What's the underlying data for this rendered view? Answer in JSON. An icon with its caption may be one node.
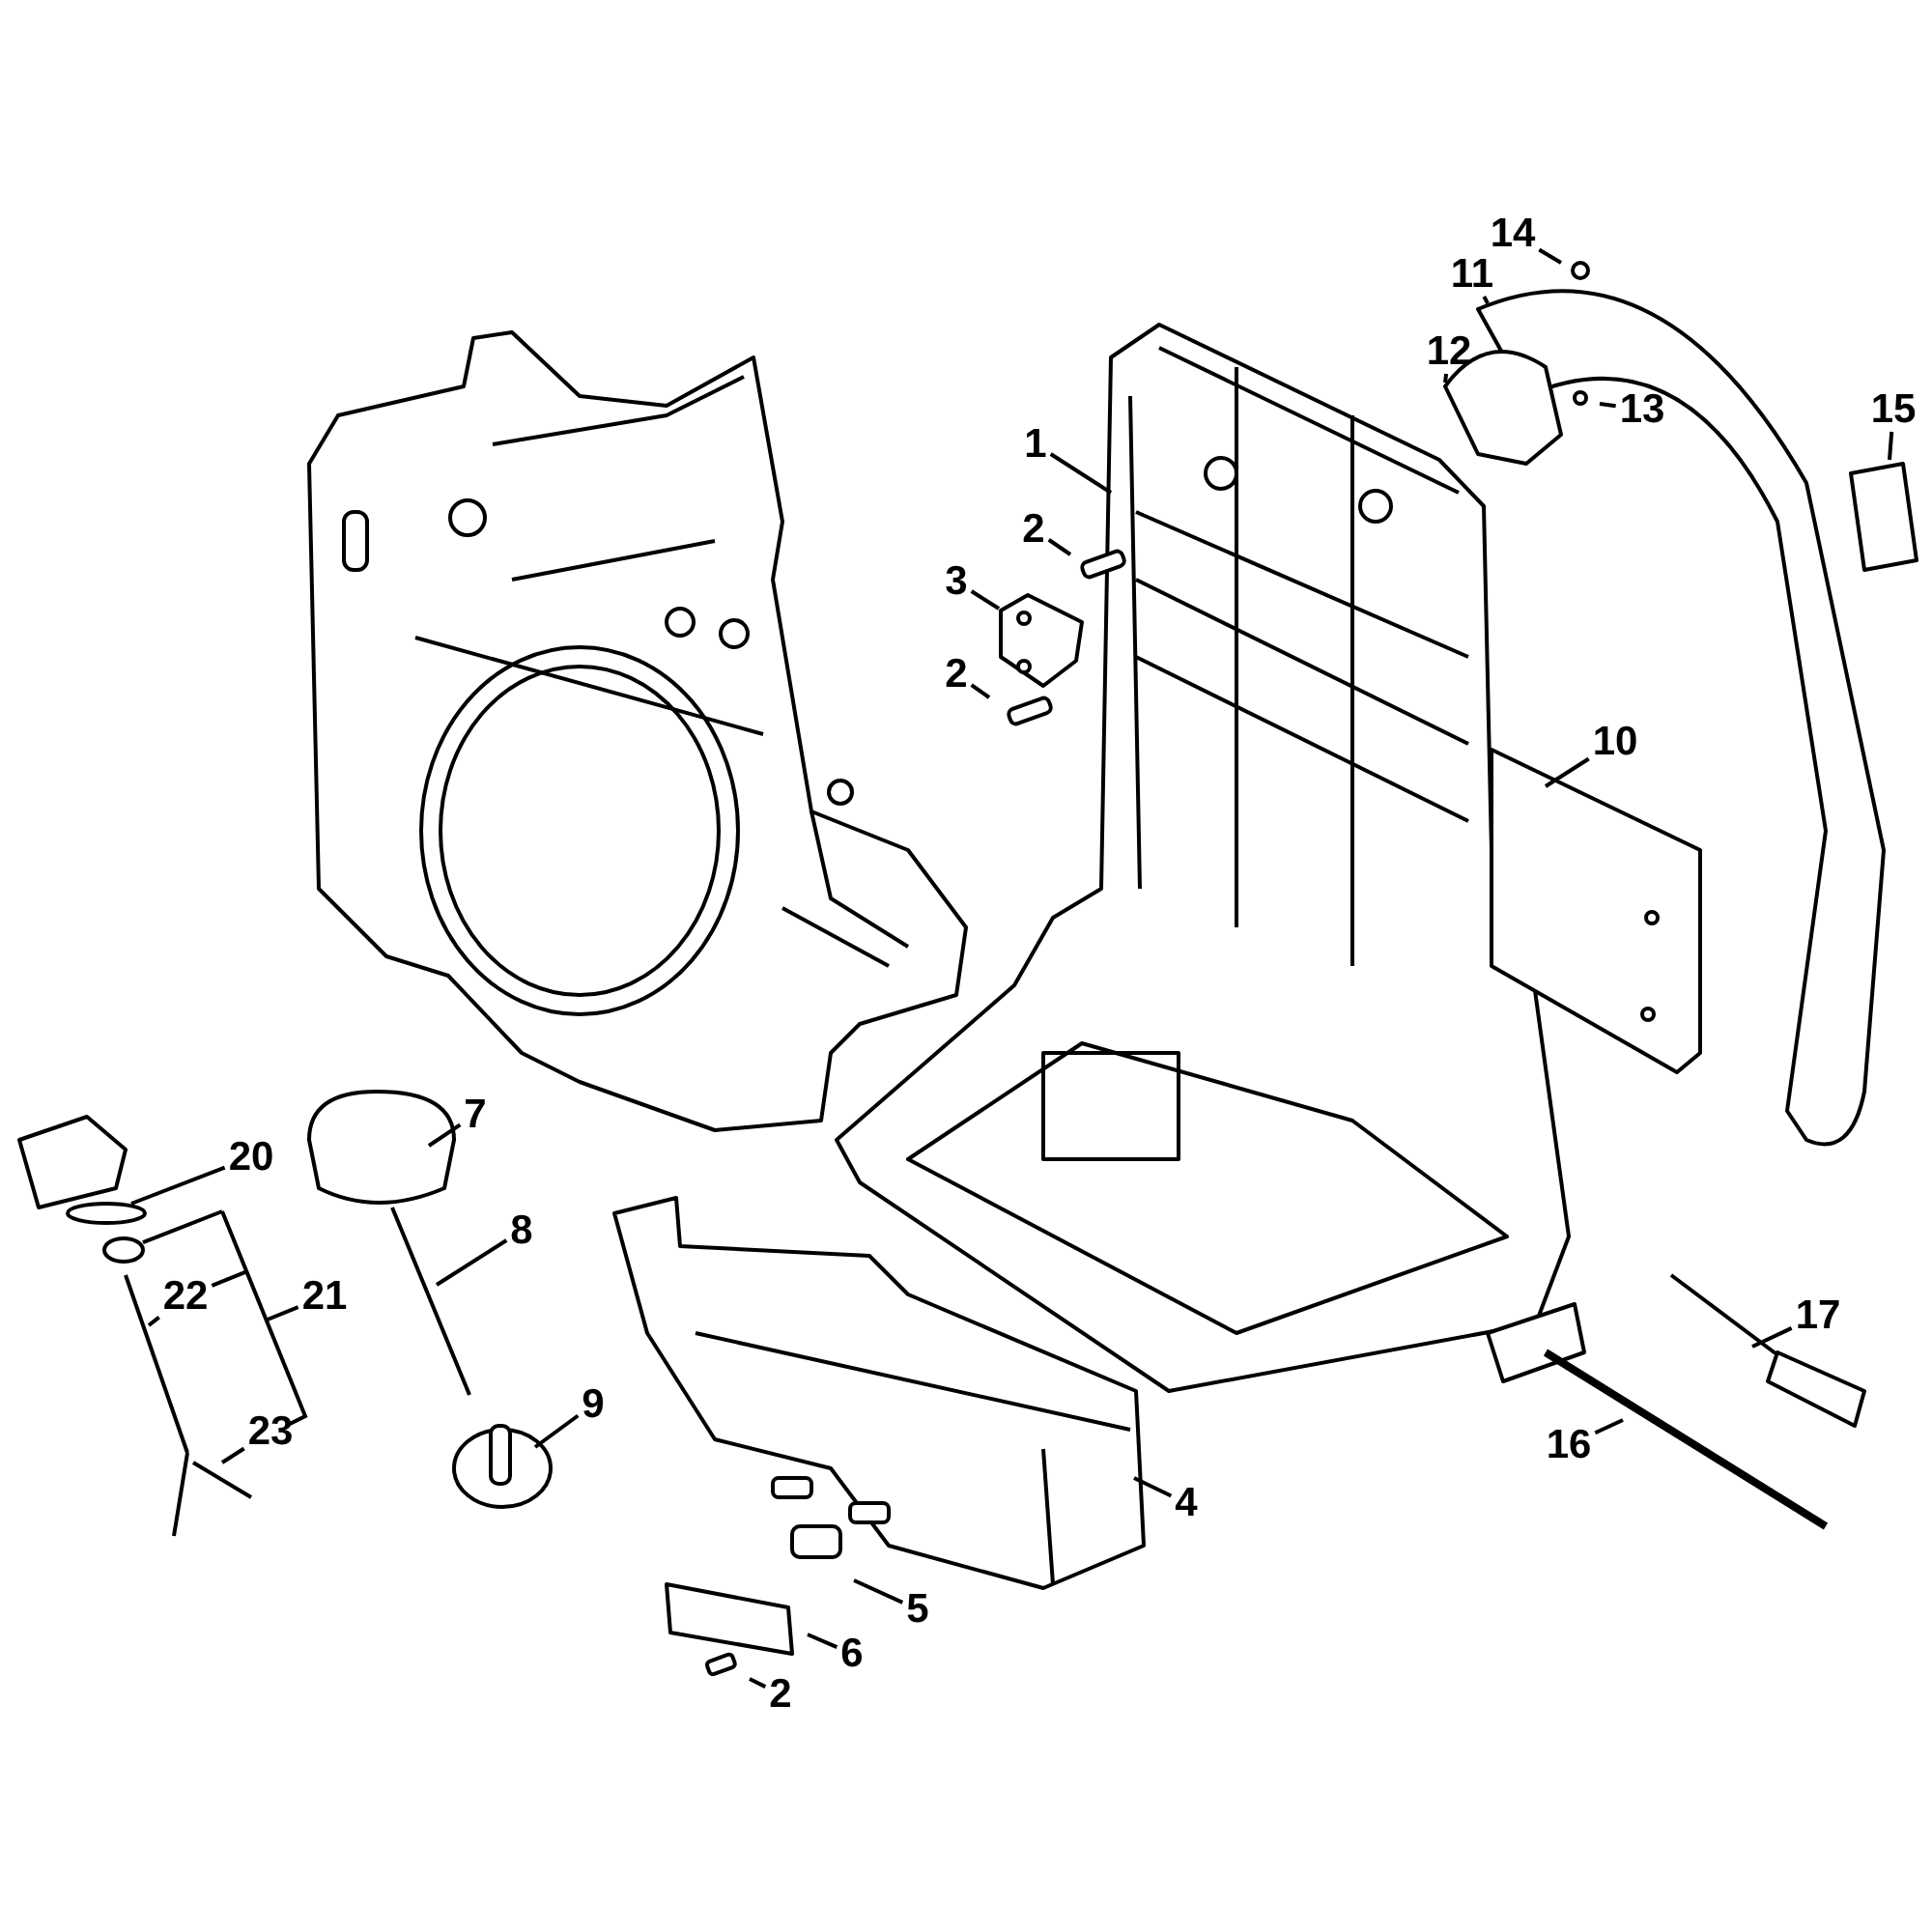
{
  "diagram": {
    "nodes": [
      {
        "text": [
          "14"
        ]
      },
      {
        "text": [
          "11"
        ]
      },
      {
        "text": [
          "12"
        ]
      },
      {
        "text": [
          "13"
        ]
      },
      {
        "text": [
          "1"
        ]
      },
      {
        "text": [
          "15"
        ]
      },
      {
        "text": [
          "2"
        ]
      },
      {
        "text": [
          "3"
        ]
      },
      {
        "text": [
          "2"
        ]
      },
      {
        "text": [
          "10"
        ]
      },
      {
        "text": [
          "20"
        ]
      },
      {
        "text": [
          "7"
        ]
      },
      {
        "text": [
          "8"
        ]
      },
      {
        "text": [
          "22"
        ]
      },
      {
        "text": [
          "21"
        ]
      },
      {
        "text": [
          "23"
        ]
      },
      {
        "text": [
          "9"
        ]
      },
      {
        "text": [
          "17"
        ]
      },
      {
        "text": [
          "4"
        ]
      },
      {
        "text": [
          "16"
        ]
      },
      {
        "text": [
          "5"
        ]
      },
      {
        "text": [
          "6"
        ]
      },
      {
        "text": [
          "2"
        ]
      },
      {
        "text": [],
        "shape": "bracket"
      },
      {
        "text": [],
        "shape": "circle"
      },
      {
        "text": [],
        "shape": "circle"
      }
    ],
    "edges": [
      {
        "from": 0,
        "to": null,
        "arrow": "none"
      },
      {
        "from": 1,
        "to": null,
        "arrow": "none"
      },
      {
        "from": 2,
        "to": null,
        "arrow": "none"
      },
      {
        "from": 3,
        "to": null,
        "arrow": "none"
      },
      {
        "from": 4,
        "to": null,
        "arrow": "none"
      },
      {
        "from": 5,
        "to": null,
        "arrow": "none"
      },
      {
        "from": 6,
        "to": null,
        "arrow": "none"
      },
      {
        "from": 7,
        "to": null,
        "arrow": "none"
      },
      {
        "from": 8,
        "to": null,
        "arrow": "none"
      },
      {
        "from": 9,
        "to": null,
        "arrow": "none"
      },
      {
        "from": 10,
        "to": 24,
        "arrow": "none"
      },
      {
        "from": 11,
        "to": null,
        "arrow": "none"
      },
      {
        "from": 12,
        "to": null,
        "arrow": "none"
      },
      {
        "from": 13,
        "to": null,
        "arrow": "none"
      },
      {
        "from": 13,
        "to": 23,
        "arrow": "none"
      },
      {
        "from": 14,
        "to": 23,
        "arrow": "none"
      },
      {
        "from": 15,
        "to": null,
        "arrow": "none"
      },
      {
        "from": 16,
        "to": null,
        "arrow": "none"
      },
      {
        "from": 17,
        "to": null,
        "arrow": "none"
      },
      {
        "from": 18,
        "to": null,
        "arrow": "none"
      },
      {
        "from": 19,
        "to": null,
        "arrow": "none"
      },
      {
        "from": 20,
        "to": null,
        "arrow": "none"
      },
      {
        "from": 21,
        "to": null,
        "arrow": "none"
      },
      {
        "from": 22,
        "to": null,
        "arrow": "none"
      },
      {
        "from": 23,
        "to": 25,
        "arrow": "none"
      }
    ]
  }
}
